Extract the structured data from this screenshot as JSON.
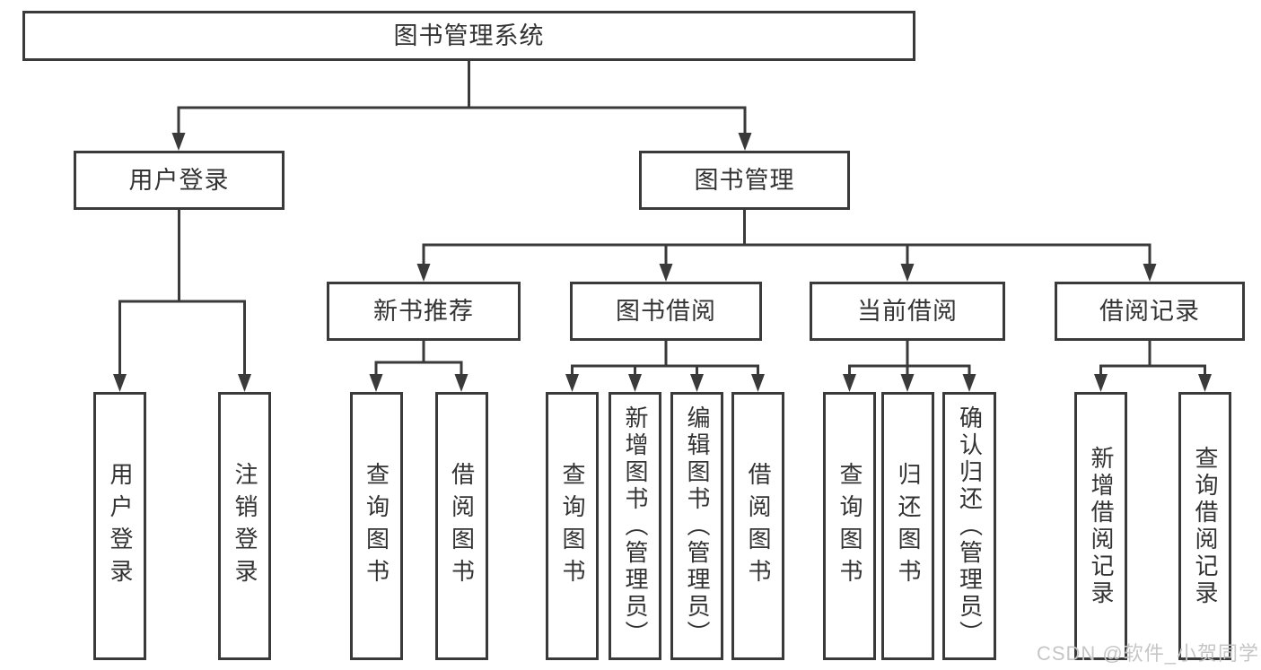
{
  "diagram": {
    "root": {
      "label": "图书管理系统"
    },
    "user_branch": {
      "label": "用户登录",
      "children": [
        {
          "label": "用户登录"
        },
        {
          "label": "注销登录"
        }
      ]
    },
    "book_branch": {
      "label": "图书管理",
      "groups": [
        {
          "label": "新书推荐",
          "children": [
            {
              "label": "查询图书"
            },
            {
              "label": "借阅图书"
            }
          ]
        },
        {
          "label": "图书借阅",
          "children": [
            {
              "label": "查询图书"
            },
            {
              "label": "新增图书（管理员）"
            },
            {
              "label": "编辑图书（管理员）"
            },
            {
              "label": "借阅图书"
            }
          ]
        },
        {
          "label": "当前借阅",
          "children": [
            {
              "label": "查询图书"
            },
            {
              "label": "归还图书"
            },
            {
              "label": "确认归还（管理员）"
            }
          ]
        },
        {
          "label": "借阅记录",
          "children": [
            {
              "label": "新增借阅记录"
            },
            {
              "label": "查询借阅记录"
            }
          ]
        }
      ]
    }
  },
  "watermark": {
    "text": "CSDN @软件_小贺同学"
  },
  "colors": {
    "line": "#3a3a3a",
    "text": "#333333",
    "watermark": "#c6c6c6",
    "background": "#ffffff"
  }
}
